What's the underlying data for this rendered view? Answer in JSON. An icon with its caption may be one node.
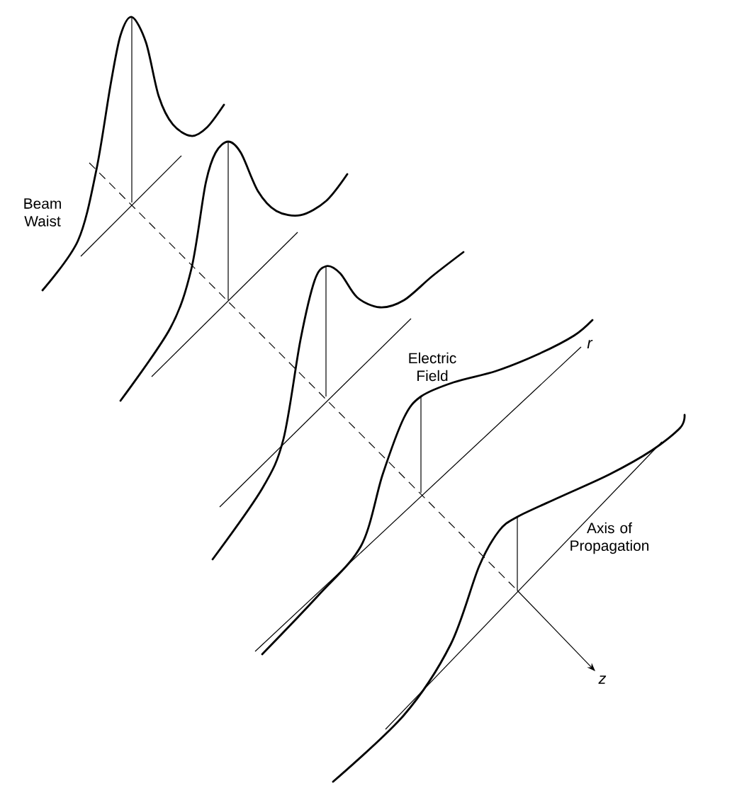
{
  "diagram": {
    "labels": [
      "Beam Waist",
      "Electric Field",
      "r",
      "Axis of Propagation",
      "z"
    ]
  }
}
